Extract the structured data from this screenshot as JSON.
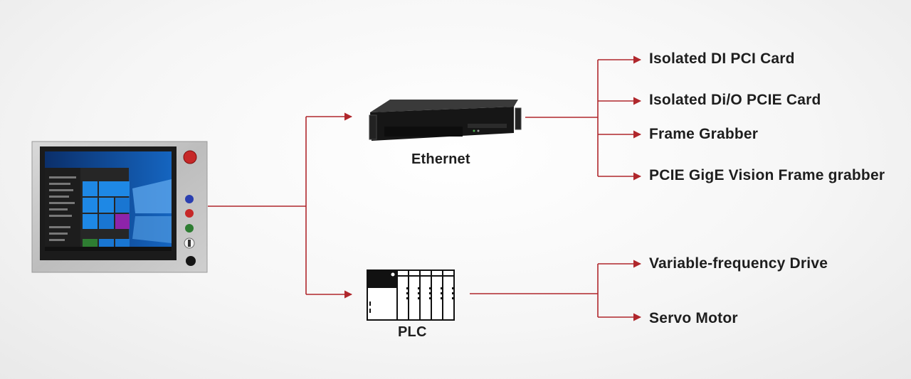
{
  "colors": {
    "connector": "#b0272c",
    "text": "#1e1e1e"
  },
  "nodes": {
    "ethernet": {
      "label": "Ethernet"
    },
    "plc": {
      "label": "PLC"
    }
  },
  "outputs": {
    "ethernet": [
      "Isolated DI PCI Card",
      "Isolated Di/O PCIE Card",
      "Frame Grabber",
      "PCIE GigE Vision Frame grabber"
    ],
    "plc": [
      "Variable-frequency Drive",
      "Servo Motor"
    ]
  }
}
